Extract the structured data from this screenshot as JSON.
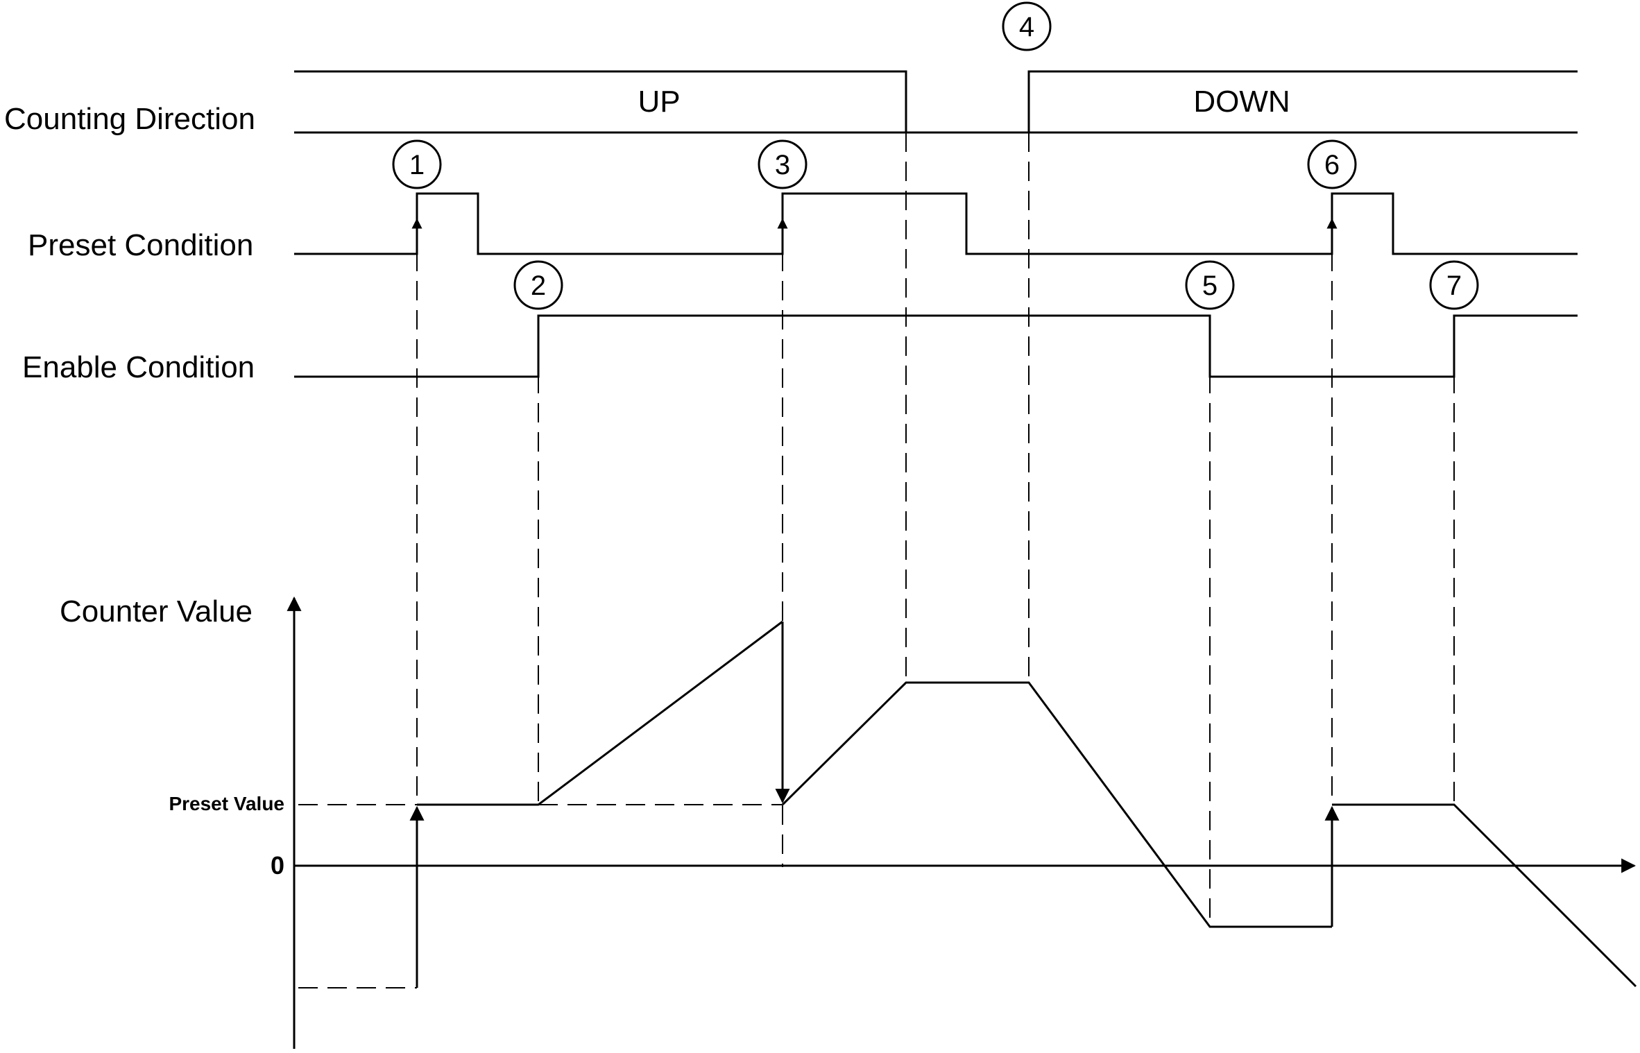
{
  "signals": {
    "counting_direction": "Counting Direction",
    "preset_condition": "Preset Condition",
    "enable_condition": "Enable Condition",
    "counter_value": "Counter Value"
  },
  "direction": {
    "up": "UP",
    "down": "DOWN"
  },
  "axis": {
    "preset_value": "Preset Value",
    "zero": "0"
  },
  "events": [
    "1",
    "2",
    "3",
    "4",
    "5",
    "6",
    "7"
  ],
  "colors": {
    "line": "#000000",
    "background": "#ffffff"
  }
}
